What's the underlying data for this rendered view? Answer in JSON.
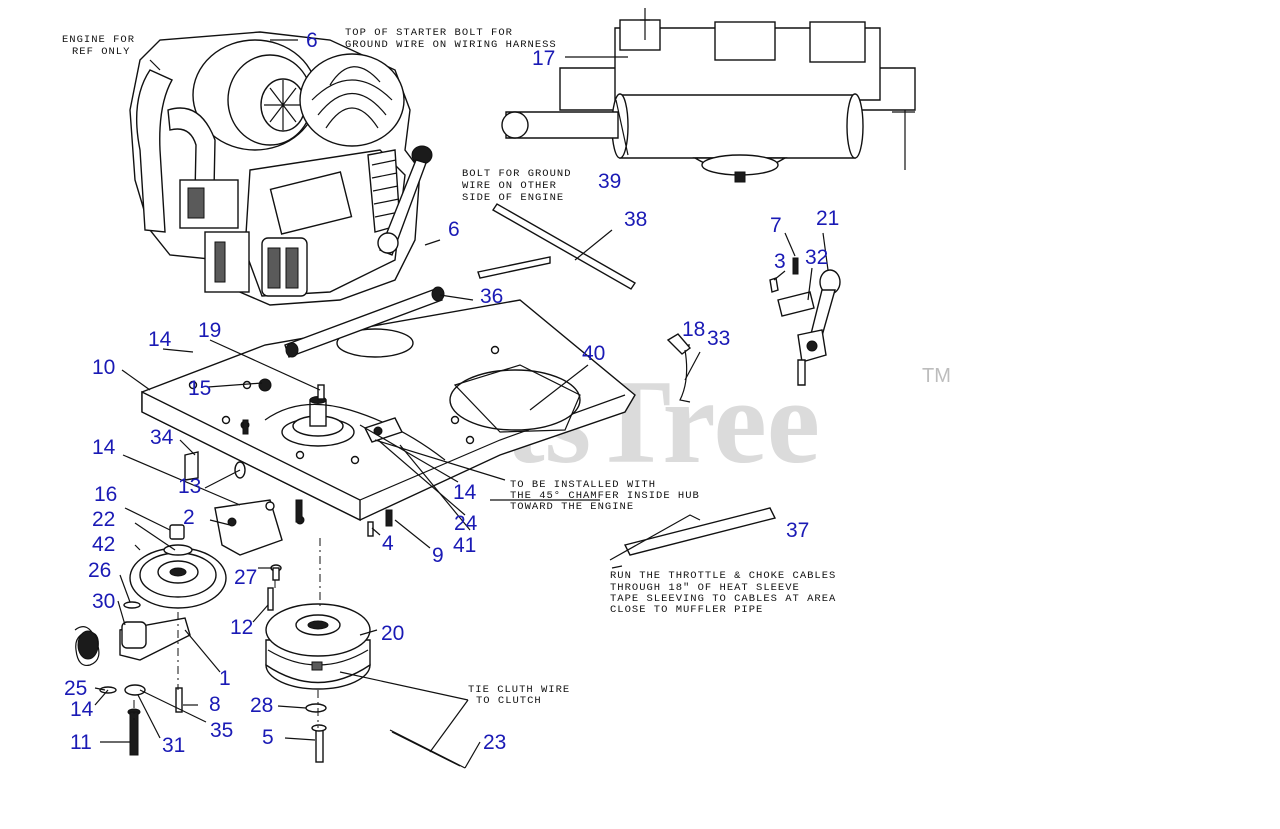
{
  "watermark": {
    "text": "PartsTree",
    "trademark": "TM"
  },
  "notes": {
    "engine_ref": [
      "ENGINE FOR",
      "REF ONLY"
    ],
    "starter_bolt": [
      "TOP OF STARTER BOLT FOR",
      "GROUND WIRE ON WIRING HARNESS"
    ],
    "ground_bolt": [
      "BOLT FOR GROUND",
      "WIRE ON OTHER",
      "SIDE OF ENGINE"
    ],
    "chamfer": [
      "TO BE INSTALLED WITH",
      "THE 45° CHAMFER INSIDE HUB",
      "TOWARD THE ENGINE"
    ],
    "cables": [
      "RUN THE THROTTLE & CHOKE CABLES",
      "THROUGH 18\" OF HEAT SLEEVE",
      "TAPE SLEEVING TO CABLES AT AREA",
      "CLOSE TO MUFFLER PIPE"
    ],
    "clutch_wire": [
      "TIE CLUTH WIRE",
      "TO CLUTCH"
    ]
  },
  "callouts": [
    "6",
    "17",
    "39",
    "6",
    "38",
    "7",
    "21",
    "3",
    "32",
    "36",
    "18",
    "33",
    "14",
    "19",
    "40",
    "10",
    "15",
    "34",
    "14",
    "13",
    "14",
    "16",
    "2",
    "24",
    "22",
    "41",
    "4",
    "9",
    "42",
    "27",
    "37",
    "26",
    "30",
    "12",
    "20",
    "25",
    "1",
    "14",
    "8",
    "28",
    "35",
    "11",
    "31",
    "5",
    "23"
  ],
  "colors": {
    "callout": "#1a1ab5",
    "line": "#111111",
    "watermark": "#cfcfcf"
  }
}
